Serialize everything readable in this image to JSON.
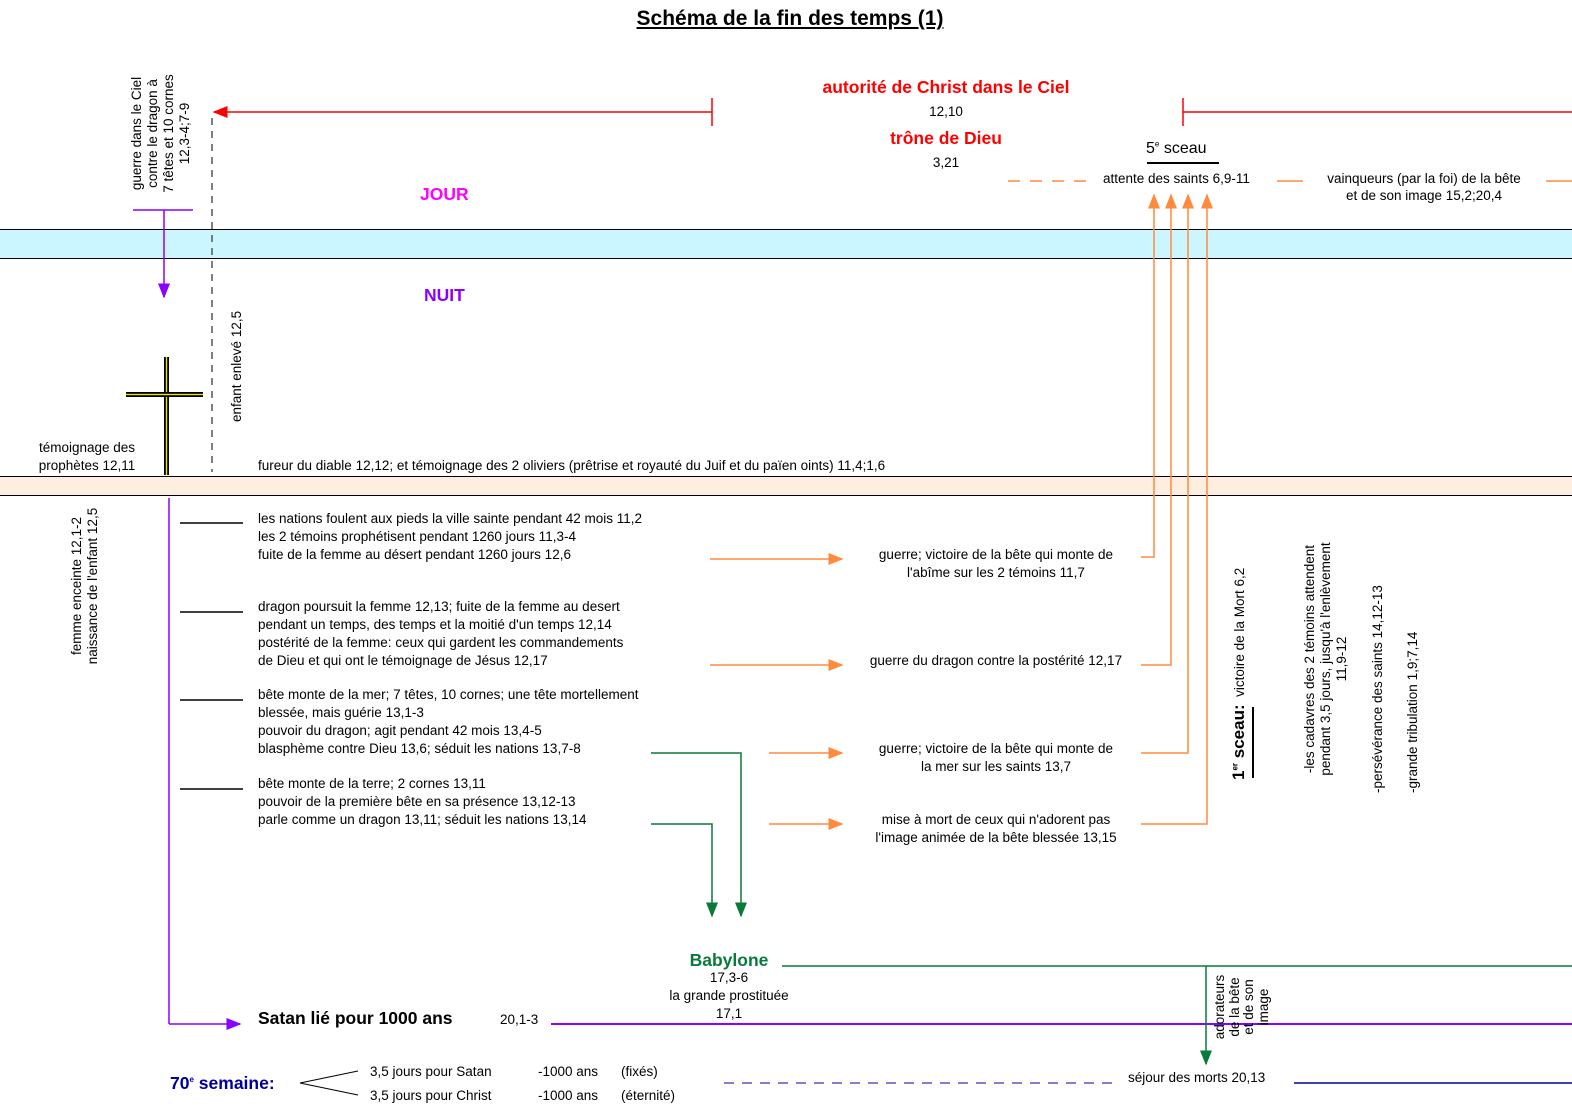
{
  "title": "Schéma de la fin des temps (1)",
  "colors": {
    "red": "#ff0000",
    "magenta": "#ff00ff",
    "purple": "#8b00ff",
    "orange": "#ff8a3c",
    "green": "#0a7a3a",
    "navy": "#000099",
    "day_band": "#ccf6ff",
    "night_band": "#fdeee0"
  },
  "heaven": {
    "authority_title": "autorité de Christ dans le Ciel",
    "authority_ref": "12,10",
    "throne_title": "trône de Dieu",
    "throne_ref": "3,21",
    "seal5_num": "5",
    "seal5_sup": "e",
    "seal5_label": "sceau",
    "waiting_saints": "attente des saints 6,9-11",
    "victors_line1": "vainqueurs (par la foi) de la bête",
    "victors_line2": "et de son image 15,2;20,4"
  },
  "labels": {
    "day": "JOUR",
    "night": "NUIT",
    "war_heaven": [
      "guerre dans le Ciel",
      "contre le dragon à",
      "7 têtes et 10 cornes",
      "12,3-4;7-9"
    ],
    "child_taken": "enfant enlevé 12,5",
    "prophets": [
      "témoignage des",
      "prophètes 12,11"
    ],
    "fury": "fureur du diable 12,12; et témoignage des 2 oliviers (prêtrise et royauté du Juif et du païen oints) 11,4;1,6",
    "woman": [
      "femme enceinte 12,1-2",
      "naissance de l'enfant 12,5"
    ]
  },
  "events": [
    {
      "lines": [
        "les nations foulent aux pieds la ville sainte pendant 42 mois 11,2",
        "les 2 témoins prophétisent pendant 1260 jours 11,3-4",
        "fuite de la femme au désert pendant 1260 jours 12,6"
      ]
    },
    {
      "lines": [
        "dragon poursuit la femme 12,13; fuite de la femme au desert",
        "pendant un temps, des temps et la moitié d'un temps 12,14",
        "postérité de la femme: ceux qui gardent les commandements",
        "de Dieu et qui ont le témoignage de Jésus 12,17"
      ]
    },
    {
      "lines": [
        "bête monte de la mer; 7 têtes, 10 cornes; une tête mortellement",
        "blessée, mais guérie 13,1-3",
        "pouvoir du dragon; agit pendant 42 mois 13,4-5",
        "blasphème contre Dieu 13,6; séduit les nations 13,7-8"
      ]
    },
    {
      "lines": [
        "bête monte de la terre; 2 cornes 13,11",
        "pouvoir de la première bête en sa présence 13,12-13",
        "parle comme un dragon 13,11; séduit les nations 13,14"
      ]
    }
  ],
  "results": [
    {
      "lines": [
        "guerre; victoire de la bête qui monte de",
        "l'abîme sur les 2 témoins 11,7"
      ]
    },
    {
      "lines": [
        "guerre du dragon contre la postérité 12,17"
      ]
    },
    {
      "lines": [
        "guerre; victoire de la bête qui monte de",
        "la mer sur les saints 13,7"
      ]
    },
    {
      "lines": [
        "mise à mort de ceux qui n'adorent pas",
        "l'image animée de la bête blessée 13,15"
      ]
    }
  ],
  "seal1": {
    "num": "1",
    "sup": "er",
    "label": "sceau:",
    "text": "victoire de la Mort 6,2"
  },
  "right_notes": [
    [
      "-les cadavres des 2 témoins attendent",
      "pendant 3,5 jours, jusqu'à l'enlèvement",
      "11,9-12"
    ],
    [
      "-persévérance des saints 14,12-13"
    ],
    [
      "-grande tribulation 1,9;7,14"
    ]
  ],
  "babylon": {
    "title": "Babylone",
    "ref": "17,3-6",
    "subtitle": "la grande prostituée",
    "ref2": "17,1"
  },
  "worshippers": [
    "adorateurs",
    "de la bête",
    "et de son",
    "image"
  ],
  "satan": {
    "label": "Satan lié pour 1000 ans",
    "ref": "20,1-3"
  },
  "week70": {
    "num": "70",
    "sup": "e",
    "label": "semaine:",
    "row1": {
      "a": "3,5 jours pour Satan",
      "b": "-1000 ans",
      "c": "(fixés)"
    },
    "row2": {
      "a": "3,5 jours pour Christ",
      "b": "-1000 ans",
      "c": "(éternité)"
    }
  },
  "dead": "séjour des morts 20,13"
}
